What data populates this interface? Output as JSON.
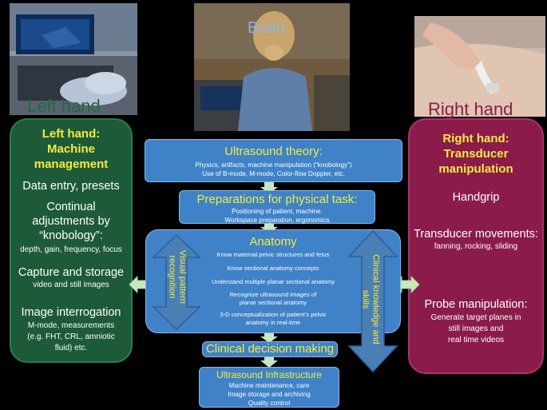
{
  "photos": {
    "left_caption": "Left hand",
    "center_caption": "Brain",
    "right_caption": "Right hand"
  },
  "left_panel": {
    "title_line1": "Left hand:",
    "title_line2": "Machine",
    "title_line3": "management",
    "data_entry": "Data entry, presets",
    "continual_line1": "Continual",
    "continual_line2": "adjustments by",
    "continual_line3": "“knobology”:",
    "continual_detail": "depth, gain, frequency, focus",
    "capture_title": "Capture and storage",
    "capture_detail": "video and still images",
    "interrogation_title": "Image interrogation",
    "interrogation_line1": "M-mode, measurements",
    "interrogation_line2": "(e.g. FHT, CRL, amniotic",
    "interrogation_line3": "fluid) etc."
  },
  "right_panel": {
    "title_line1": "Right hand:",
    "title_line2": "Transducer",
    "title_line3": "manipulation",
    "handgrip": "Handgrip",
    "movements_title": "Transducer movements:",
    "movements_detail": "fanning, rocking, sliding",
    "probe_title": "Probe manipulation:",
    "probe_line1": "Generate target planes in",
    "probe_line2": "still images and",
    "probe_line3": "real time videos"
  },
  "theory": {
    "title": "Ultrasound theory:",
    "line1": "Physics, artifacts, machine manipulation (“knobology”)",
    "line2": "Use of B-mode, M-mode, Color-flow Doppler, etc."
  },
  "preparations": {
    "title": "Preparations for physical task:",
    "line1": "Positioning of patient, machine.",
    "line2": "Workspace preparation, ergonomics"
  },
  "anatomy": {
    "title": "Anatomy",
    "items": [
      "Know maternal pelvic structures and fetus",
      "Know sectional anatomy concepts",
      "Understand multiple planar sectional anatomy",
      "Recognize ultrasound images of",
      "planar sectional anatomy",
      "3-D conceptualization of patient’s pelvic",
      "anatomy in real-time"
    ],
    "left_arrow_line1": "Visual pattern",
    "left_arrow_line2": "recognition"
  },
  "clinical_knowledge": {
    "line1": "Clinical knowledge and",
    "line2": "skills"
  },
  "decision": {
    "title": "Clinical decision making"
  },
  "infrastructure": {
    "title": "Ultrasound Infrastructure",
    "line1": "Machine maintenance, care",
    "line2": "Image storage and archiving",
    "line3": "Quality control"
  },
  "colors": {
    "background": "#000000",
    "left_panel": "#1d5a3a",
    "right_panel": "#8b1b4b",
    "center_box": "#3f82c8",
    "arrow": "#4a7fb5",
    "title_yellow": "#f5ec3c",
    "connector_green": "#c9e8c0"
  }
}
